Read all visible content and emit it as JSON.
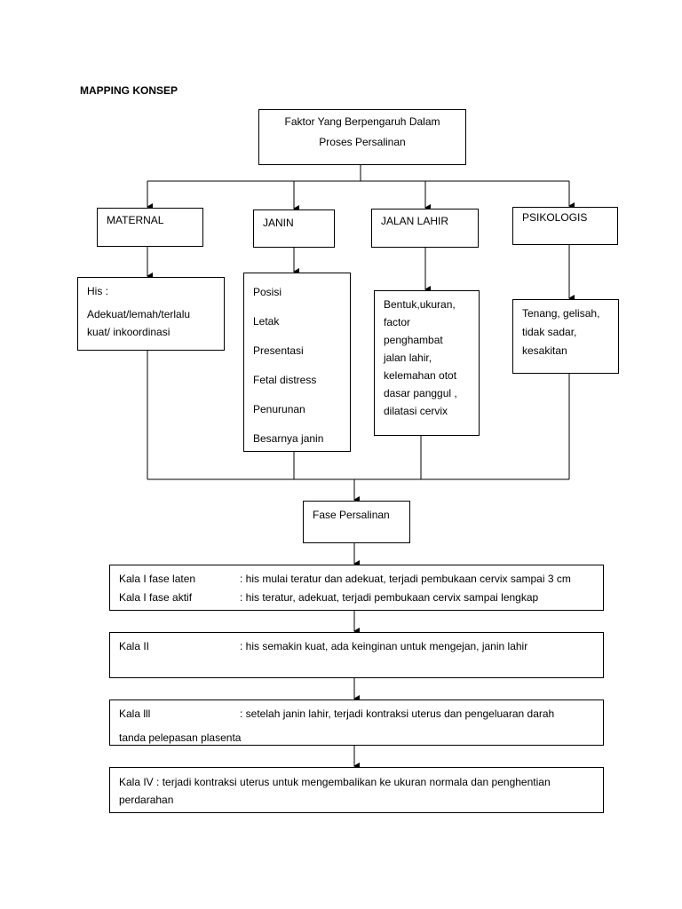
{
  "title": "MAPPING KONSEP",
  "main": {
    "lines": [
      "Faktor Yang Berpengaruh Dalam",
      "Proses Persalinan"
    ]
  },
  "categories": {
    "maternal": "MATERNAL",
    "janin": "JANIN",
    "jalan_lahir": "JALAN LAHIR",
    "psikologis": "PSIKOLOGIS"
  },
  "details": {
    "his": {
      "head": "His :",
      "lines": [
        "Adekuat/lemah/terlalu",
        "kuat/ inkoordinasi"
      ]
    },
    "janin": [
      "Posisi",
      "Letak",
      "Presentasi",
      "Fetal distress",
      "Penurunan",
      "Besarnya janin"
    ],
    "jalan_lahir": [
      "Bentuk,ukuran,",
      "factor",
      "penghambat",
      "jalan lahir,",
      "kelemahan otot",
      "dasar panggul ,",
      "dilatasi cervix"
    ],
    "psikologis": [
      "Tenang, gelisah,",
      "tidak sadar,",
      "kesakitan"
    ]
  },
  "phase": "Fase Persalinan",
  "kala": {
    "i_laten_label": "Kala I fase laten",
    "i_laten_desc": ": his mulai teratur dan adekuat, terjadi pembukaan cervix sampai 3 cm",
    "i_aktif_label": "Kala I fase aktif",
    "i_aktif_desc": ": his teratur, adekuat, terjadi pembukaan cervix sampai lengkap",
    "ii_label": "Kala II",
    "ii_desc": ": his semakin kuat, ada keinginan untuk mengejan, janin lahir",
    "iii_label": "Kala lll",
    "iii_desc": ": setelah janin lahir, terjadi kontraksi uterus dan pengeluaran darah",
    "iii_cont": "tanda pelepasan plasenta",
    "iv_line1": "Kala IV  : terjadi kontraksi uterus untuk mengembalikan ke ukuran normala dan penghentian",
    "iv_line2": "perdarahan"
  }
}
